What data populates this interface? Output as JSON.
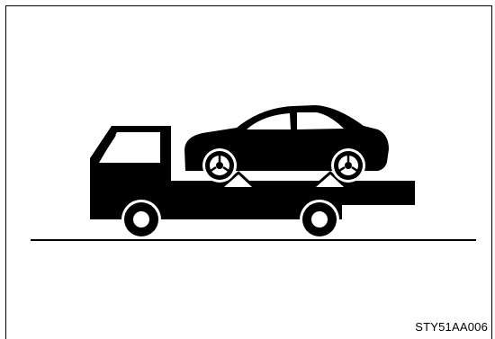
{
  "figure": {
    "code": "STY51AA006",
    "subject": "car-on-flatbed-tow-truck",
    "icons": [
      "flatbed-tow-truck-icon",
      "sedan-car-icon",
      "wheel-chock-icon",
      "ground-line"
    ]
  },
  "colors": {
    "ink": "#000000",
    "paper": "#ffffff"
  }
}
